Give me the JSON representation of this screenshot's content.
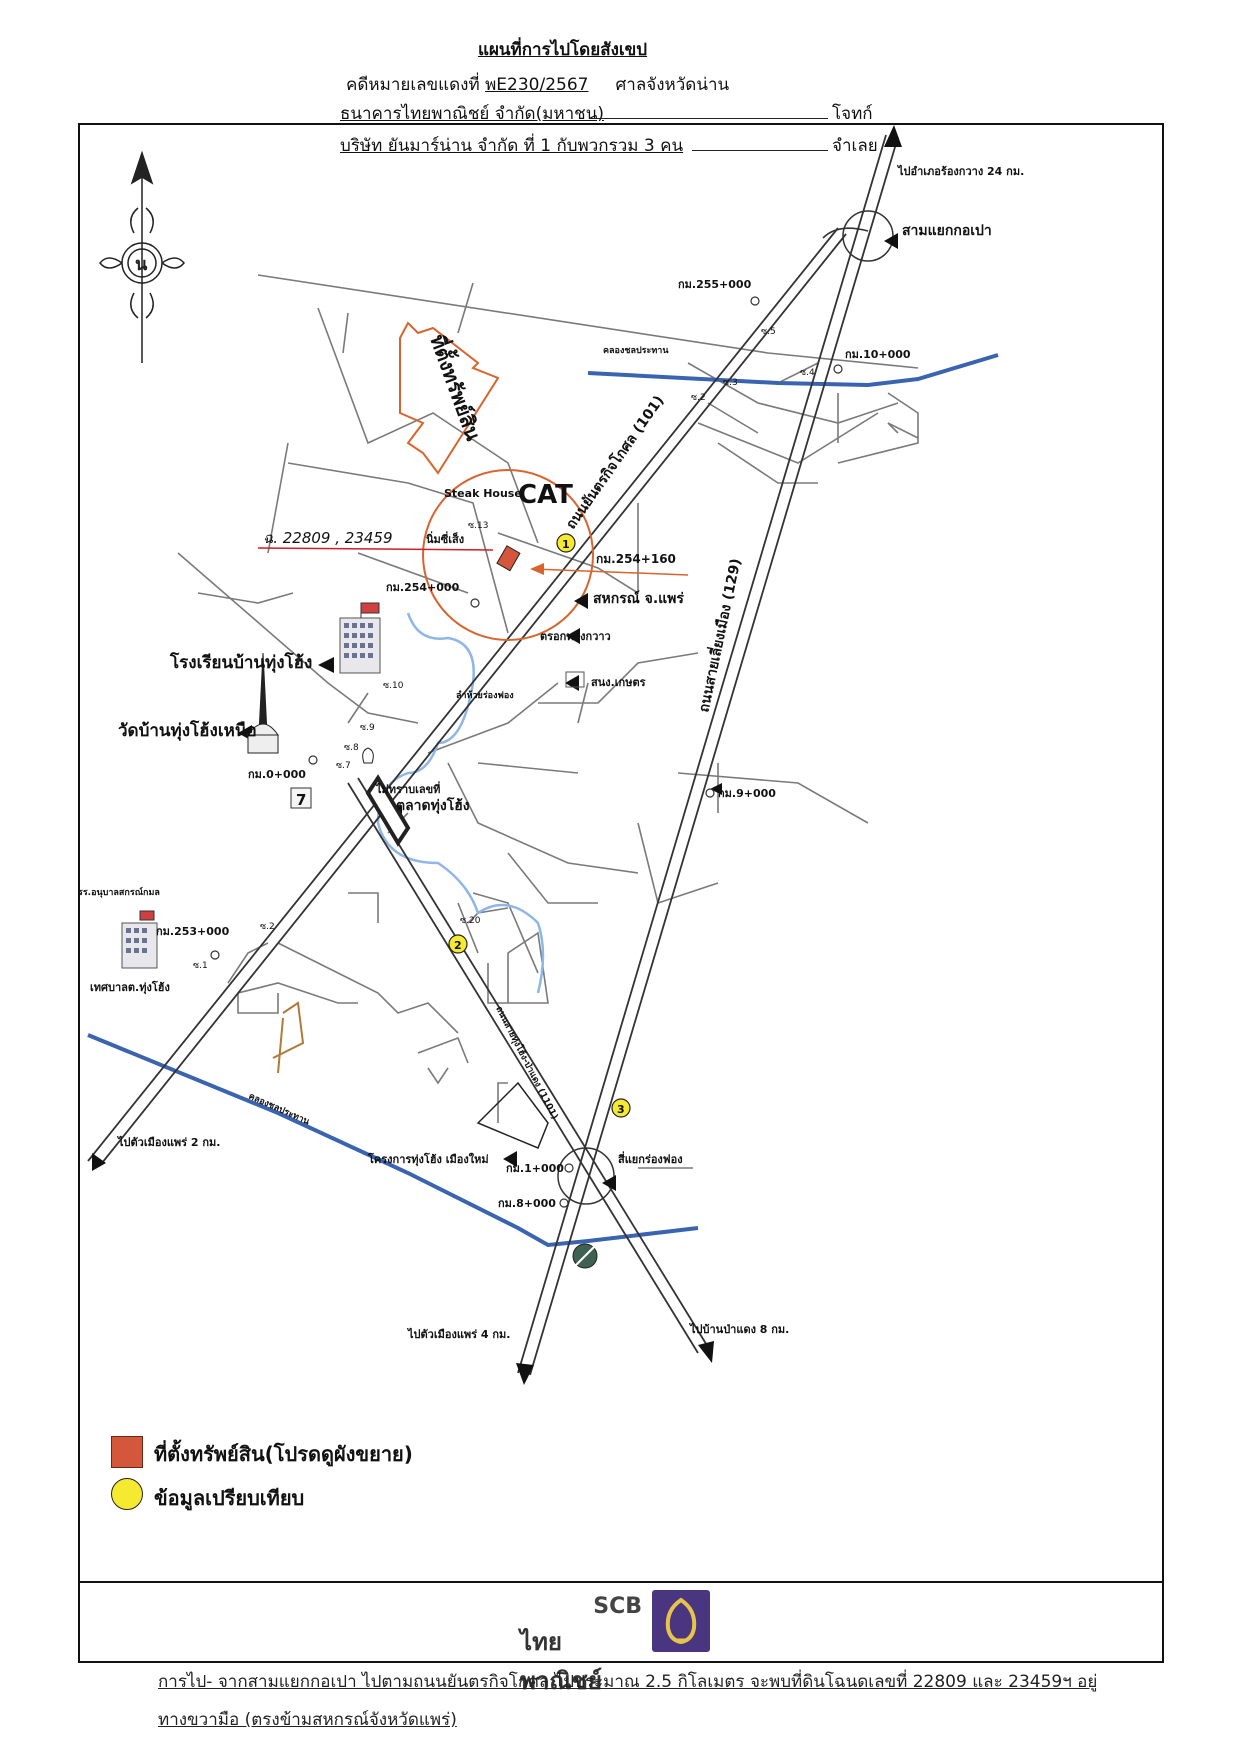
{
  "header": {
    "title": "แผนที่การไปโดยสังเขป",
    "case_label": "คดีหมายเลขแดงที่",
    "case_number": "พE230/2567",
    "court": "ศาลจังหวัดน่าน",
    "plaintiff": "ธนาคารไทยพาณิชย์ จำกัด(มหาชน)",
    "plaintiff_role": "โจทก์",
    "defendant": "บริษัท ยันมาร์น่าน จำกัด ที่ 1 กับพวกรวม 3 คน",
    "defendant_role": "จำเลย"
  },
  "map": {
    "roads": {
      "r101": "ถนนยันตรกิจโกศล (101)",
      "r129": "ถนนสายเลี่ยงเมือง (129)",
      "r1101": "ถนนสายทุ่งโฮ้ง-ป่าแดง (1101)"
    },
    "directions": {
      "to_rong_kwang": "ไปอำเภอร้องกวาง 24 กม.",
      "to_phrae_2": "ไปตัวเมืองแพร่ 2 กม.",
      "to_phrae_4": "ไปตัวเมืองแพร่ 4 กม.",
      "to_ban_pa_daeng": "ไปบ้านป่าแดง 8 กม."
    },
    "junctions": {
      "sam_yaek": "สามแยกกอเปา",
      "si_yaek": "สี่แยกร่องฟอง"
    },
    "canals": {
      "north": "คลองชลประทาน",
      "south": "คลองชลประทาน"
    },
    "km_markers": {
      "km255": "กม.255+000",
      "km10": "กม.10+000",
      "km254_160": "กม.254+160",
      "km254": "กม.254+000",
      "km0": "กม.0+000",
      "km9": "กม.9+000",
      "km253": "กม.253+000",
      "km1": "กม.1+000",
      "km8": "กม.8+000"
    },
    "sois": {
      "s5": "ซ.5",
      "s4": "ซ.4",
      "s3": "ซ.3",
      "s2": "ซ.2",
      "s13": "ซ.13",
      "s10": "ซ.10",
      "s9": "ซ.9",
      "s8": "ซ.8",
      "s7": "ซ.7",
      "s20": "ซ.20",
      "s2b": "ซ.2",
      "s1": "ซ.1"
    },
    "places": {
      "steak_house": "Steak House",
      "cat": "CAT",
      "nim_see_seng": "นิ่มซี่เส็ง",
      "sahakorn": "สหกรณ์ จ.แพร่",
      "trok_thong_kwao": "ตรอกทองกวาว",
      "sanong_kaset": "สนง.เกษตร",
      "huai_rong_fong": "ลำห้วยร่องฟอง",
      "school": "โรงเรียนบ้านทุ่งโฮ้ง",
      "temple": "วัดบ้านทุ่งโฮ้งเหนือ",
      "unknown_no": "ไม่ทราบเลขที่",
      "market": "ตลาดทุ่งโฮ้ง",
      "kindergarten": "รร.อนุบาลสกรณ์กมล",
      "municipality": "เทศบาลต.ทุ่งโฮ้ง",
      "new_project": "โครงการทุ่งโฮ้ง เมืองใหม่",
      "seven_eleven": "7"
    },
    "property_arrow": "ที่ตั้งทรัพย์สิน",
    "handwritten_deed": "ฉ. 22809 , 23459",
    "comparisons": [
      "1",
      "2",
      "3"
    ]
  },
  "legend": {
    "property": "ที่ตั้งทรัพย์สิน(โปรดดูผังขยาย)",
    "comparison": "ข้อมูลเปรียบเทียบ"
  },
  "brand": {
    "scb": "SCB",
    "thai_name": "ไทยพาณิชย์"
  },
  "footer": {
    "line1": "การไป- จากสามแยกกอเปา ไปตามถนนยันตรกิจโกศล ไปประมาณ 2.5 กิโลเมตร จะพบที่ดินโฉนดเลขที่ 22809 และ 23459ฯ อยู่",
    "line2": "ทางขวามือ (ตรงข้ามสหกรณ์จังหวัดแพร่)"
  },
  "colors": {
    "property": "#d5573b",
    "comparison": "#f5ea30",
    "canal": "#3a63b0",
    "annotation": "#d8642e",
    "handwriting": "#d11c2a",
    "stream": "#8fb6e6"
  }
}
